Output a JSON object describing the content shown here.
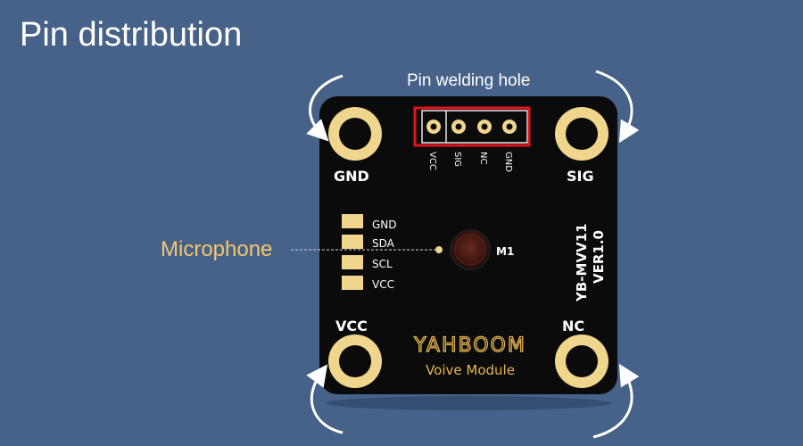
{
  "title": "Pin distribution",
  "header_label": "Pin welding hole",
  "microphone_label": "Microphone",
  "top_pins": [
    "VCC",
    "SIG",
    "NC",
    "GND"
  ],
  "corner_labels": {
    "top_left": "GND",
    "top_right": "SIG",
    "bottom_left": "VCC",
    "bottom_right": "NC"
  },
  "side_pads": [
    "GND",
    "SDA",
    "SCL",
    "VCC"
  ],
  "component_ref": "M1",
  "board_model": "YB-MVV11",
  "board_version": "VER1.0",
  "brand": "YAHBOOM",
  "module_name": "Voive Module",
  "colors": {
    "background": "#476288",
    "board": "#0b0b0b",
    "gold": "#f0d58c",
    "highlight": "#e1141c",
    "microphone_label": "#f2c76d"
  }
}
